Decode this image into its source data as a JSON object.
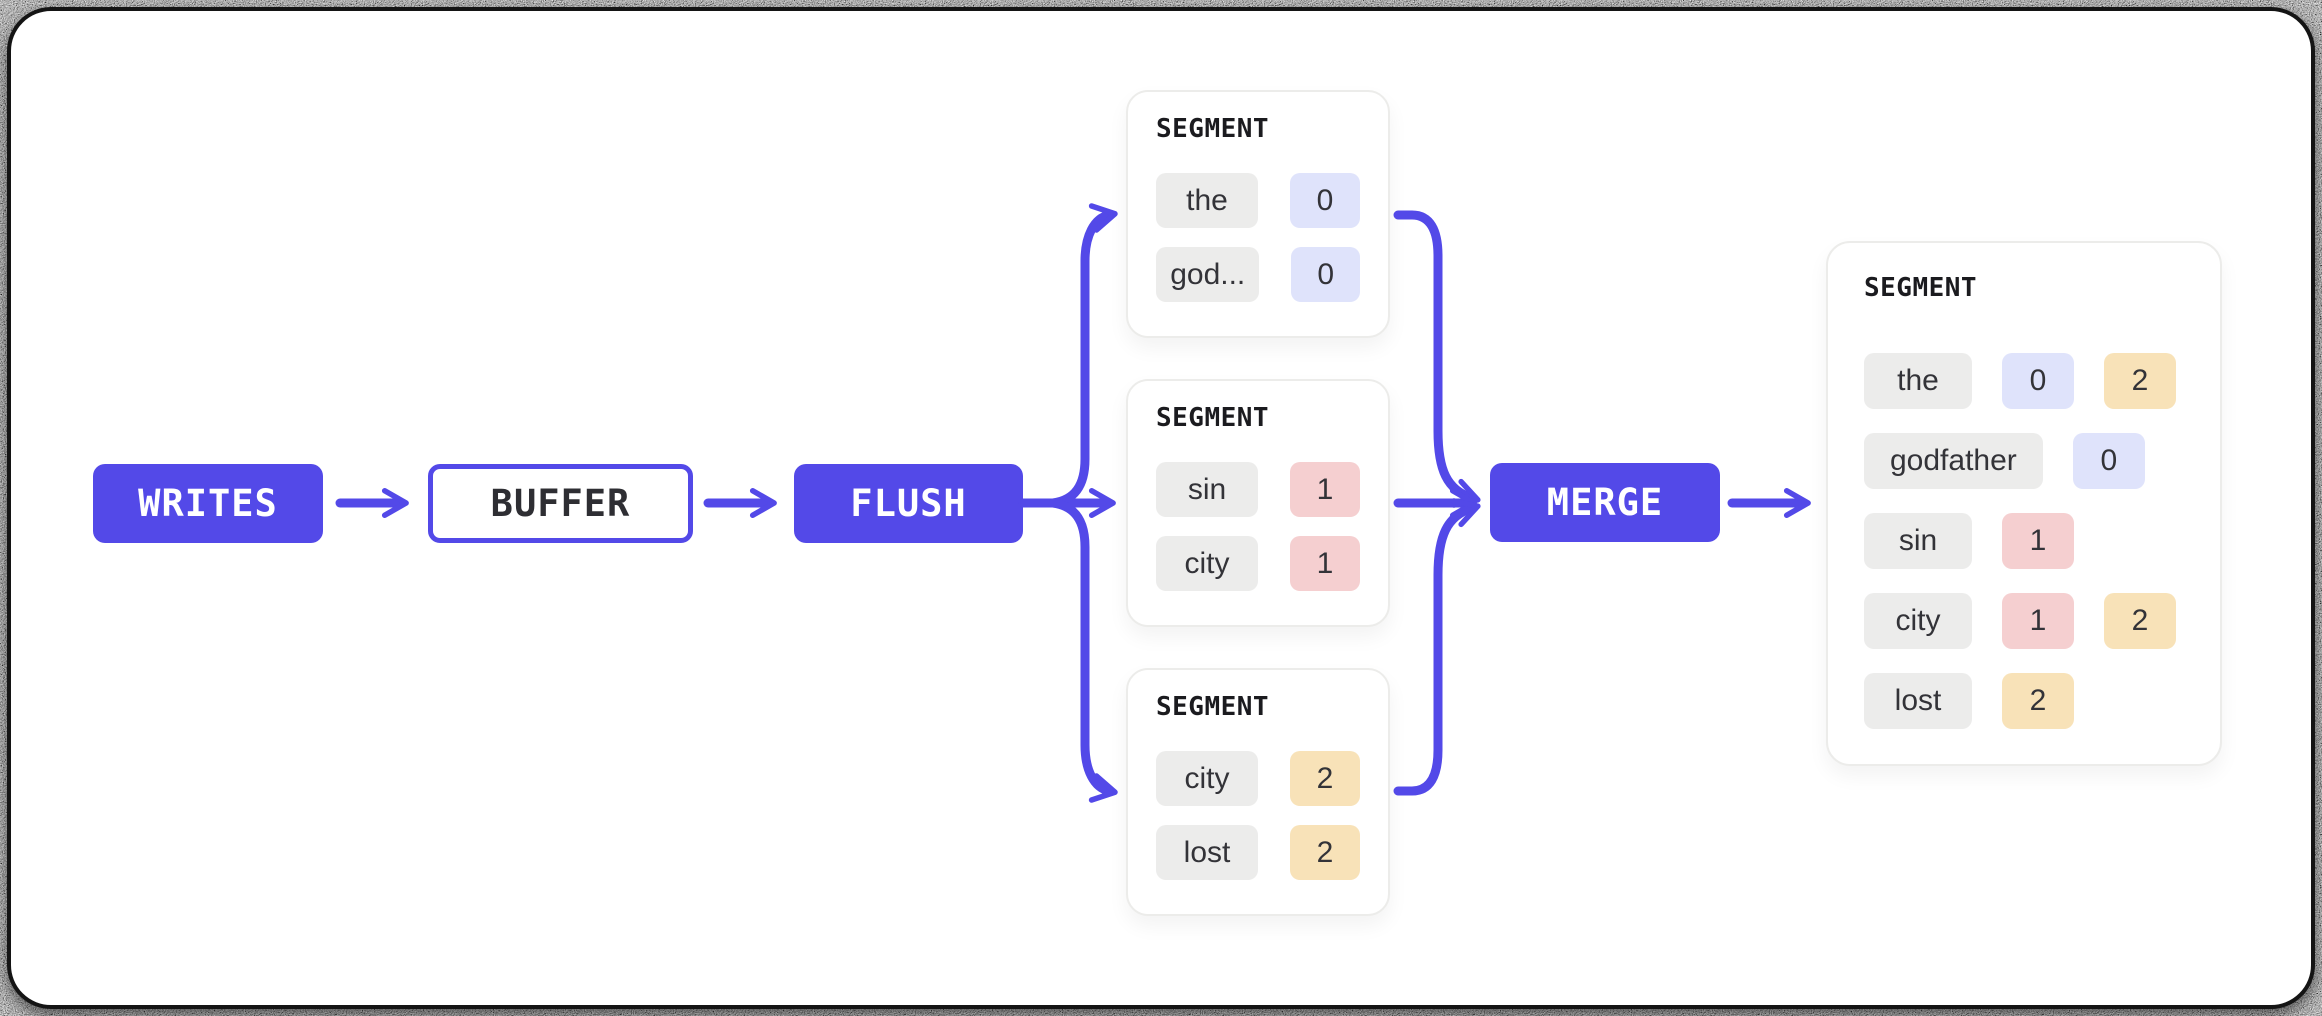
{
  "colors": {
    "accent": "#5349E8",
    "term_bg": "#ECECEB",
    "id_colors": {
      "0": "#DFE3FB",
      "1": "#F5CFD0",
      "2": "#F8E2B8"
    },
    "canvas_bg": "#FFFFFF",
    "frame_border": "#141414"
  },
  "nodes": {
    "writes": {
      "label": "WRITES",
      "style": "filled"
    },
    "buffer": {
      "label": "BUFFER",
      "style": "outlined"
    },
    "flush": {
      "label": "FLUSH",
      "style": "filled"
    },
    "merge": {
      "label": "MERGE",
      "style": "filled"
    }
  },
  "segments": [
    {
      "title": "SEGMENT",
      "rows": [
        {
          "term": "the",
          "ids": [
            "0"
          ]
        },
        {
          "term": "god...",
          "ids": [
            "0"
          ]
        }
      ]
    },
    {
      "title": "SEGMENT",
      "rows": [
        {
          "term": "sin",
          "ids": [
            "1"
          ]
        },
        {
          "term": "city",
          "ids": [
            "1"
          ]
        }
      ]
    },
    {
      "title": "SEGMENT",
      "rows": [
        {
          "term": "city",
          "ids": [
            "2"
          ]
        },
        {
          "term": "lost",
          "ids": [
            "2"
          ]
        }
      ]
    }
  ],
  "merged_segment": {
    "title": "SEGMENT",
    "rows": [
      {
        "term": "the",
        "ids": [
          "0",
          "2"
        ]
      },
      {
        "term": "godfather",
        "ids": [
          "0"
        ]
      },
      {
        "term": "sin",
        "ids": [
          "1"
        ]
      },
      {
        "term": "city",
        "ids": [
          "1",
          "2"
        ]
      },
      {
        "term": "lost",
        "ids": [
          "2"
        ]
      }
    ]
  }
}
